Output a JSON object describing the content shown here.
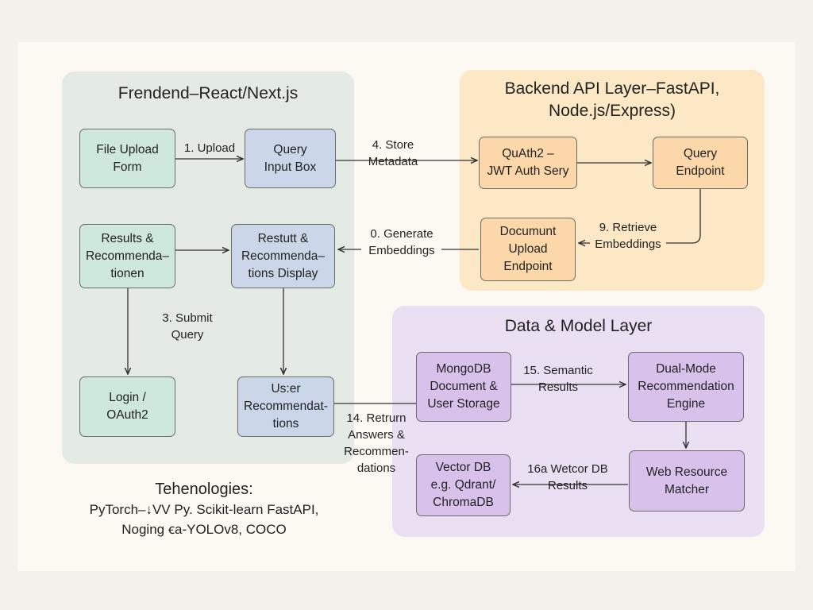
{
  "panels": {
    "frontend": "Frendend–React/Next.js",
    "backend_line1": "Backend API Layer–FastAPI,",
    "backend_line2": "Node.js/Express)",
    "data": "Data & Model Layer"
  },
  "boxes": {
    "file_upload_form": "File Upload\nForm",
    "query_input_box": "Query\nInput Box",
    "results_recommendations": "Results &\nRecommenda–\ntionen",
    "results_display": "Restutt &\nRecommenda–\ntions Display",
    "login_oauth": "Login /\nOAuth2",
    "user_recommendations": "Us:er\nRecommendat-\ntions",
    "oauth_jwt": "QuAth2 –\nJWT Auth Sery",
    "query_endpoint": "Query\nEndpoint",
    "document_upload_endpoint": "Documunt\nUpload\nEndpoint",
    "mongodb": "MongoDB\nDocument &\nUser Storage",
    "dual_mode_engine": "Dual-Mode\nRecommendation\nEngine",
    "vector_db": "Vector DB\ne.g. Qdrant/\nChromaDB",
    "web_resource_matcher": "Web Resource\nMatcher"
  },
  "edge_labels": {
    "upload": "1. Upload",
    "store_metadata": "4. Store\nMetadata",
    "generate_embeddings": "0. Generate\nEmbeddings",
    "retrieve_embeddings": "9. Retrieve\nEmbeddings",
    "submit_query": "3. Submit\nQuery",
    "semantic_results": "15. Semantic\nResults",
    "return_answers": "14. Retrurn\nAnswers &\nRecommen-\ndations",
    "vector_db_results": "16a Wetcor DB\nResults"
  },
  "technologies": {
    "title": "Tehenologies:",
    "line1": "PyTorch–↓VV Py. Scikit-learn FastAPI,",
    "line2": "Noging ꞓa-YOLOv8, COCO"
  },
  "colors": {
    "frontend_panel": "#e4ebe4",
    "backend_panel": "#fde8c6",
    "data_panel": "#ebe0f3",
    "green_box": "#cfe8dc",
    "blue_box": "#cbd7e8",
    "orange_box": "#fcd7a9",
    "purple_box": "#d8c2ec"
  }
}
